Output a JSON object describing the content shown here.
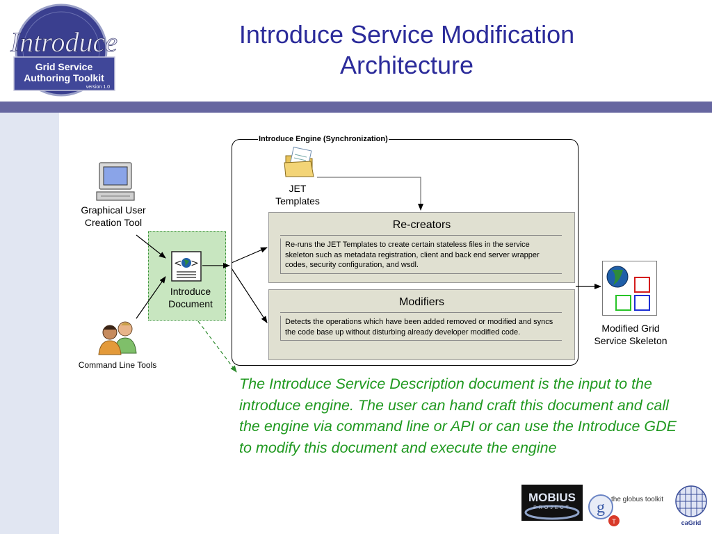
{
  "slide": {
    "title": "Introduce Service Modification Architecture"
  },
  "logo": {
    "script_text": "Introduce",
    "line1": "Grid Service",
    "line2": "Authoring Toolkit",
    "version": "version 1.0"
  },
  "diagram": {
    "engine_label": "Introduce Engine (Synchronization)",
    "jet_templates": "JET Templates",
    "graphical_tool": "Graphical User Creation Tool",
    "command_line_tools": "Command Line Tools",
    "introduce_document": "Introduce Document",
    "recreators": {
      "title": "Re-creators",
      "description": "Re-runs the JET Templates to create certain stateless files in the service skeleton such as metadata registration, client and back end server wrapper codes, security configuration, and wsdl."
    },
    "modifiers": {
      "title": "Modifiers",
      "description": "Detects the operations which have been added removed or modified and syncs the code base up without disturbing already developer modified code."
    },
    "output": "Modified Grid Service Skeleton"
  },
  "caption": "The Introduce Service Description document is the input to the introduce engine.  The user can hand craft this document  and call the engine via command line or API or can use the Introduce GDE to modify this document and execute the engine",
  "footer_logos": {
    "mobius_line1": "MOBIUS",
    "mobius_line2": "PROJECT",
    "globus": "the globus toolkit",
    "cagrid": "caGrid"
  },
  "colors": {
    "title": "#2b2b9a",
    "band": "#6666a0",
    "caption": "#209920",
    "panel": "#e0e0d1"
  }
}
